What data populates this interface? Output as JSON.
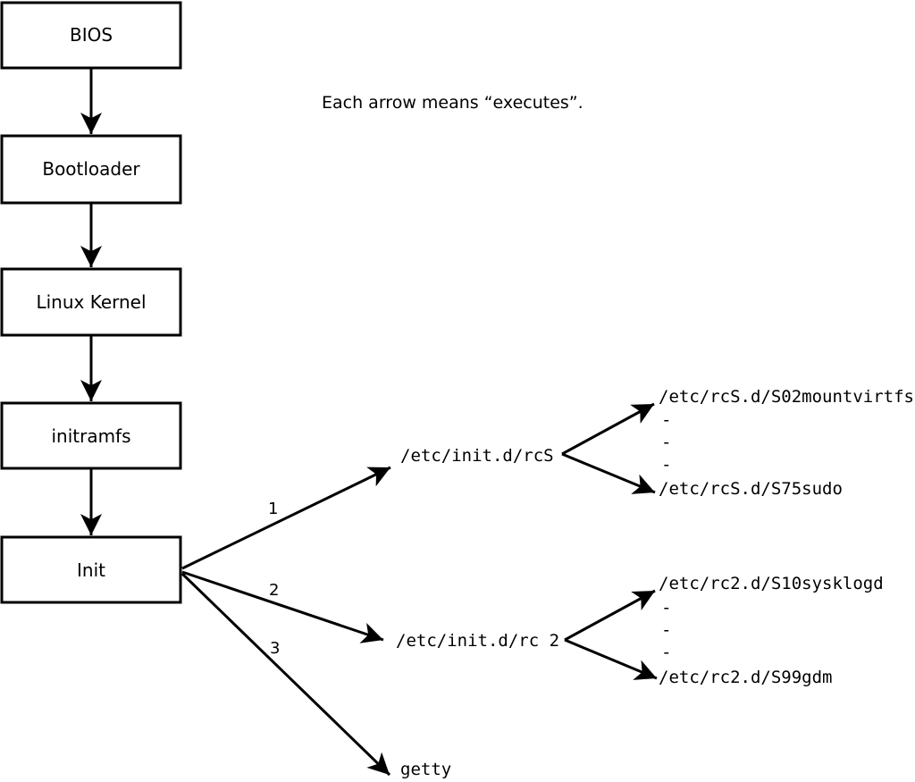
{
  "note": "Each arrow means “executes”.",
  "flow": [
    {
      "label": "BIOS"
    },
    {
      "label": "Bootloader"
    },
    {
      "label": "Linux Kernel"
    },
    {
      "label": "initramfs"
    },
    {
      "label": "Init"
    }
  ],
  "branches": [
    {
      "label": "1",
      "target": "/etc/init.d/rcS"
    },
    {
      "label": "2",
      "target": "/etc/init.d/rc 2"
    },
    {
      "label": "3",
      "target": "getty"
    }
  ],
  "rcs_children": [
    "/etc/rcS.d/S02mountvirtfs",
    "-",
    "-",
    "-",
    "/etc/rcS.d/S75sudo"
  ],
  "rc2_children": [
    "/etc/rc2.d/S10sysklogd",
    "-",
    "-",
    "-",
    "/etc/rc2.d/S99gdm"
  ],
  "colors": {
    "line": "#000000",
    "background": "#ffffff",
    "box_fill": "#ffffff"
  }
}
